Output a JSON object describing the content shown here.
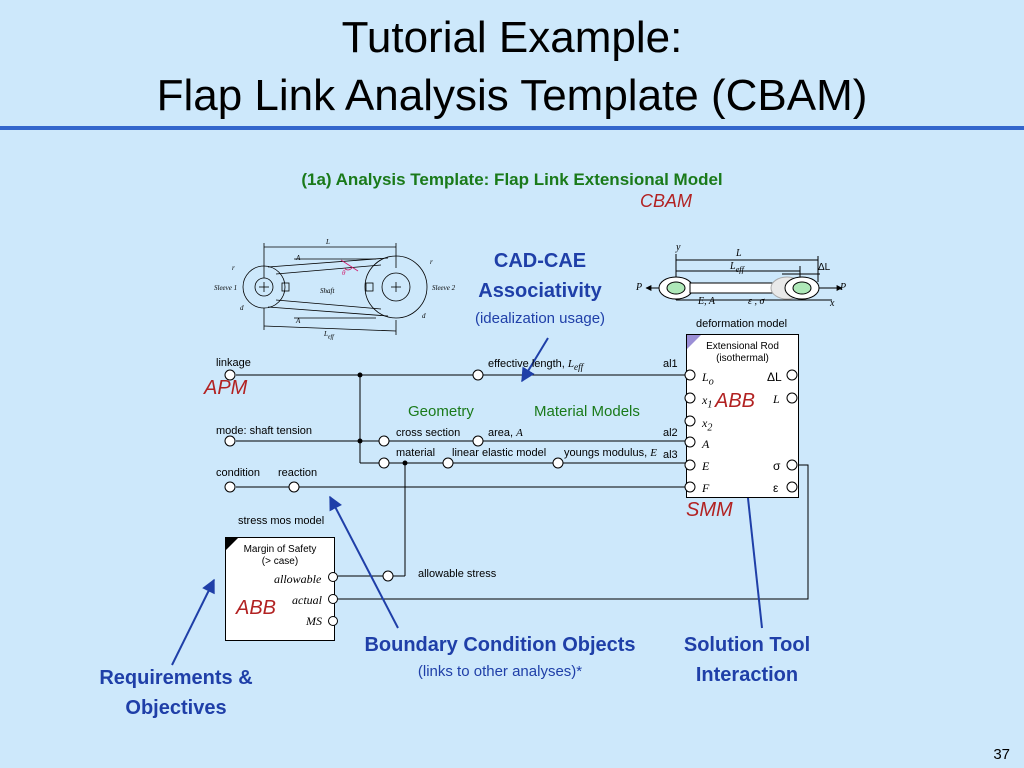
{
  "slide": {
    "title_line1": "Tutorial Example:",
    "title_line2": "Flap Link Analysis Template (CBAM)",
    "subtitle": "(1a) Analysis Template: Flap Link Extensional Model",
    "page_number": "37"
  },
  "labels": {
    "cbam": "CBAM",
    "apm": "APM",
    "smm": "SMM",
    "abb_main": "ABB",
    "abb_ms": "ABB"
  },
  "callouts": {
    "cad_cae_line1": "CAD-CAE",
    "cad_cae_line2": "Associativity",
    "cad_cae_sub": "(idealization usage)",
    "bco_title": "Boundary Condition Objects",
    "bco_sub": "(links to other analyses)*",
    "solution_line1": "Solution Tool",
    "solution_line2": "Interaction",
    "req_line1": "Requirements &",
    "req_line2": "Objectives"
  },
  "diagram": {
    "linkage": "linkage",
    "mode": "mode: shaft tension",
    "condition": "condition",
    "reaction": "reaction",
    "effective_length": "effective length, ",
    "effective_length_sym": "L",
    "effective_length_sub": "eff",
    "geometry": "Geometry",
    "material_models": "Material Models",
    "cross_section": "cross section",
    "area": "area, ",
    "area_sym": "A",
    "material": "material",
    "linear_elastic": "linear elastic model",
    "youngs": "youngs modulus, ",
    "youngs_sym": "E",
    "al1": "al1",
    "al2": "al2",
    "al3": "al3",
    "stress_mos_model": "stress mos model",
    "allowable_stress": "allowable stress",
    "deformation_model": "deformation model"
  },
  "rod_box": {
    "title_line1": "Extensional Rod",
    "title_line2": "(isothermal)",
    "left_ports": [
      "L",
      "x",
      "x",
      "A",
      "E",
      "F"
    ],
    "left_port_subs": [
      "o",
      "1",
      "2",
      "",
      "",
      ""
    ],
    "right_ports": [
      "ΔL",
      "L",
      "σ",
      "ε"
    ]
  },
  "ms_box": {
    "title_line1": "Margin of Safety",
    "title_line2": "(> case)",
    "ports": [
      "allowable",
      "actual",
      "MS"
    ]
  },
  "sketch_left": {
    "L": "L",
    "A_top": "A",
    "A_bottom": "A",
    "Leff": "L",
    "Leff_sub": "eff",
    "sleeve1": "Sleeve 1",
    "sleeve2": "Sleeve 2",
    "shaft": "Shaft",
    "theta": "θ",
    "r1": "r",
    "r2": "r",
    "d1": "d",
    "d2": "d"
  },
  "sketch_right": {
    "y": "y",
    "x": "x",
    "P_left": "P",
    "P_right": "P",
    "L": "L",
    "Leff": "L",
    "Leff_sub": "eff",
    "dL": "ΔL",
    "EA": "E, A",
    "eps_sigma": "ε , σ"
  }
}
